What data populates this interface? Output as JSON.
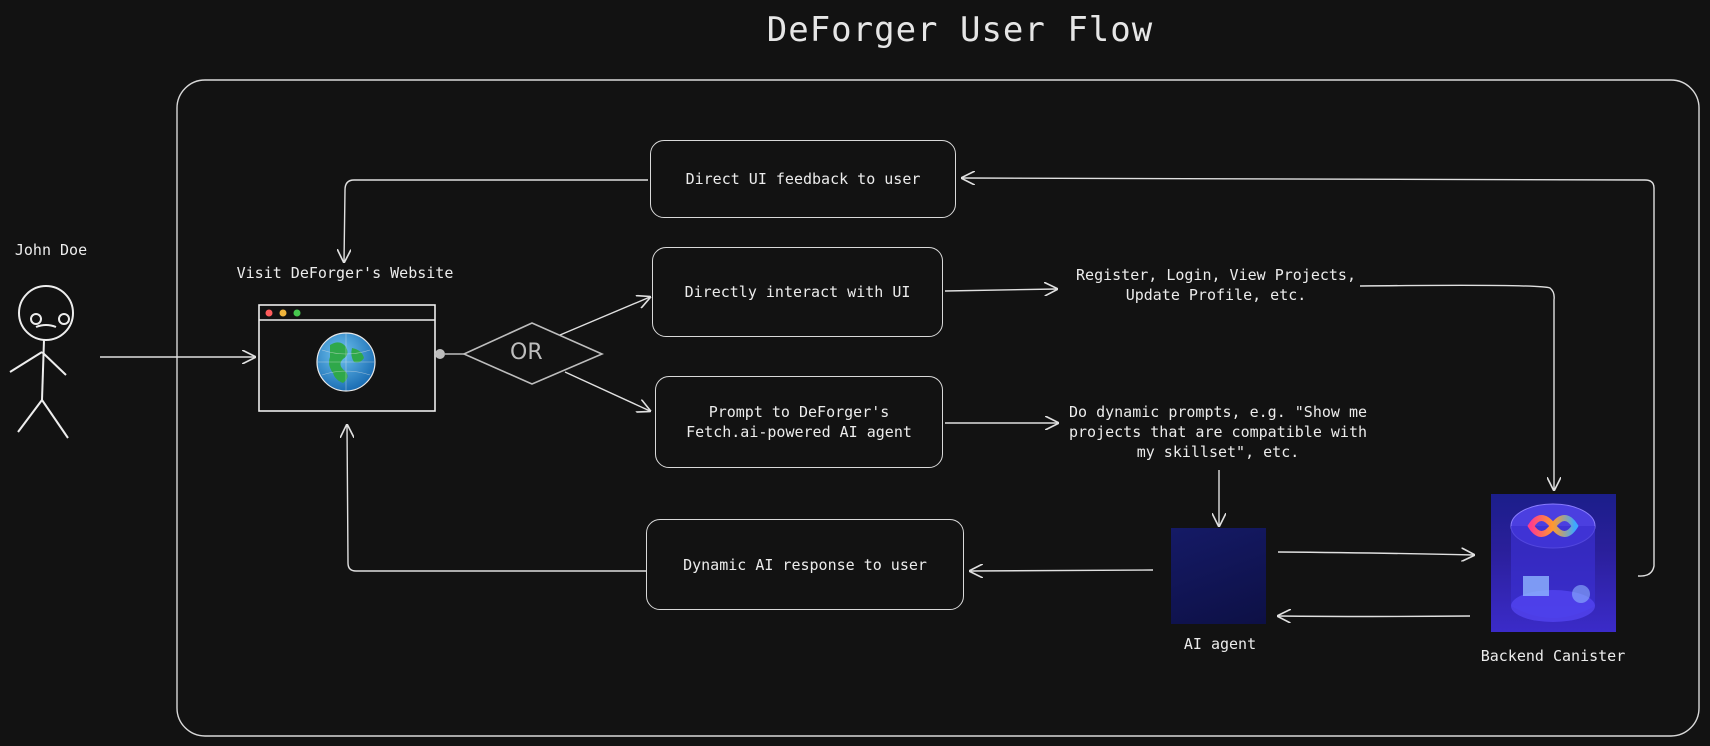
{
  "title": "DeForger User Flow",
  "actor": {
    "name": "John Doe",
    "icon": "stick-figure-icon"
  },
  "website": {
    "label": "Visit DeForger's Website",
    "icon": "browser-globe-icon"
  },
  "decision": {
    "label": "OR"
  },
  "steps": {
    "direct_feedback": "Direct UI feedback to user",
    "direct_interact": "Directly interact with UI",
    "prompt_agent": "Prompt to DeForger's Fetch.ai-powered AI agent",
    "dynamic_response": "Dynamic AI response to user"
  },
  "notes": {
    "ui_actions_line1": "Register, Login, View Projects,",
    "ui_actions_line2": "Update Profile, etc.",
    "prompts_line1": "Do dynamic prompts, e.g. \"Show me",
    "prompts_line2": "projects that are compatible with",
    "prompts_line3": "my skillset\", etc."
  },
  "nodes": {
    "ai_agent": {
      "label": "AI agent",
      "icon": "fetch-ai-agent-icon"
    },
    "backend": {
      "label": "Backend Canister",
      "icon": "icp-canister-icon"
    }
  },
  "colors": {
    "background": "#121212",
    "stroke": "#d9d9d9",
    "agent_tile": "#12155a",
    "canister": "#2f24b0"
  }
}
